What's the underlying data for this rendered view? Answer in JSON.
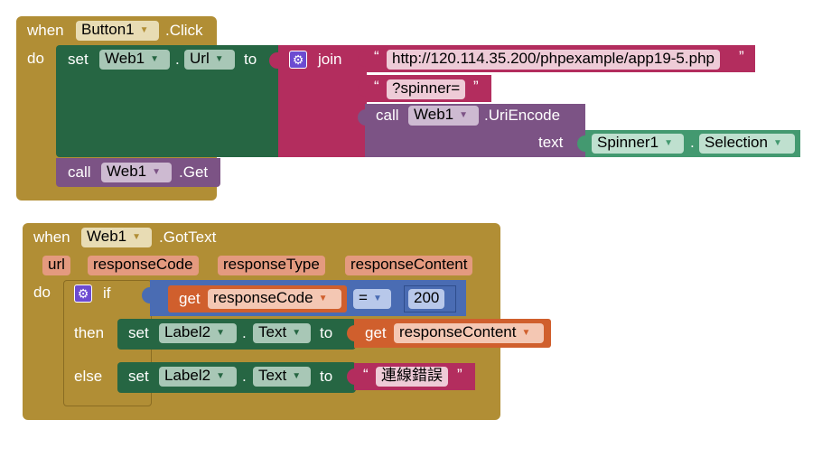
{
  "event1": {
    "when_label": "when",
    "component": "Button1",
    "event": ".Click",
    "do_label": "do",
    "set_label": "set",
    "set_component": "Web1",
    "dot": ".",
    "property": "Url",
    "to_label": "to",
    "join_label": "join",
    "url_string": "http://120.114.35.200/phpexample/app19-5.php",
    "spinner_string": "?spinner=",
    "call_label": "call",
    "encode_component": "Web1",
    "encode_method": ".UriEncode",
    "text_label": "text",
    "spinner_component": "Spinner1",
    "spinner_property": "Selection",
    "get_call_label": "call",
    "get_component": "Web1",
    "get_method": ".Get"
  },
  "event2": {
    "when_label": "when",
    "component": "Web1",
    "event": ".GotText",
    "params": [
      "url",
      "responseCode",
      "responseType",
      "responseContent"
    ],
    "do_label": "do",
    "if_label": "if",
    "get_label": "get",
    "get_var": "responseCode",
    "op": "=",
    "number": "200",
    "then_label": "then",
    "then_set": "set",
    "then_component": "Label2",
    "then_property": "Text",
    "then_to": "to",
    "then_get": "get",
    "then_var": "responseContent",
    "else_label": "else",
    "else_set": "set",
    "else_component": "Label2",
    "else_property": "Text",
    "else_to": "to",
    "else_string": "連線錯誤",
    "dot": "."
  },
  "colors": {
    "event": "#b18e35",
    "set": "#266643",
    "text": "#b32d5e",
    "call": "#7c5385",
    "component_get": "#439970",
    "control": "#4a6cb3",
    "variable": "#d05f2d",
    "param": "#e49a7f"
  },
  "icons": {
    "mutator": "gear-icon",
    "dropdown": "dropdown-triangle-icon"
  }
}
